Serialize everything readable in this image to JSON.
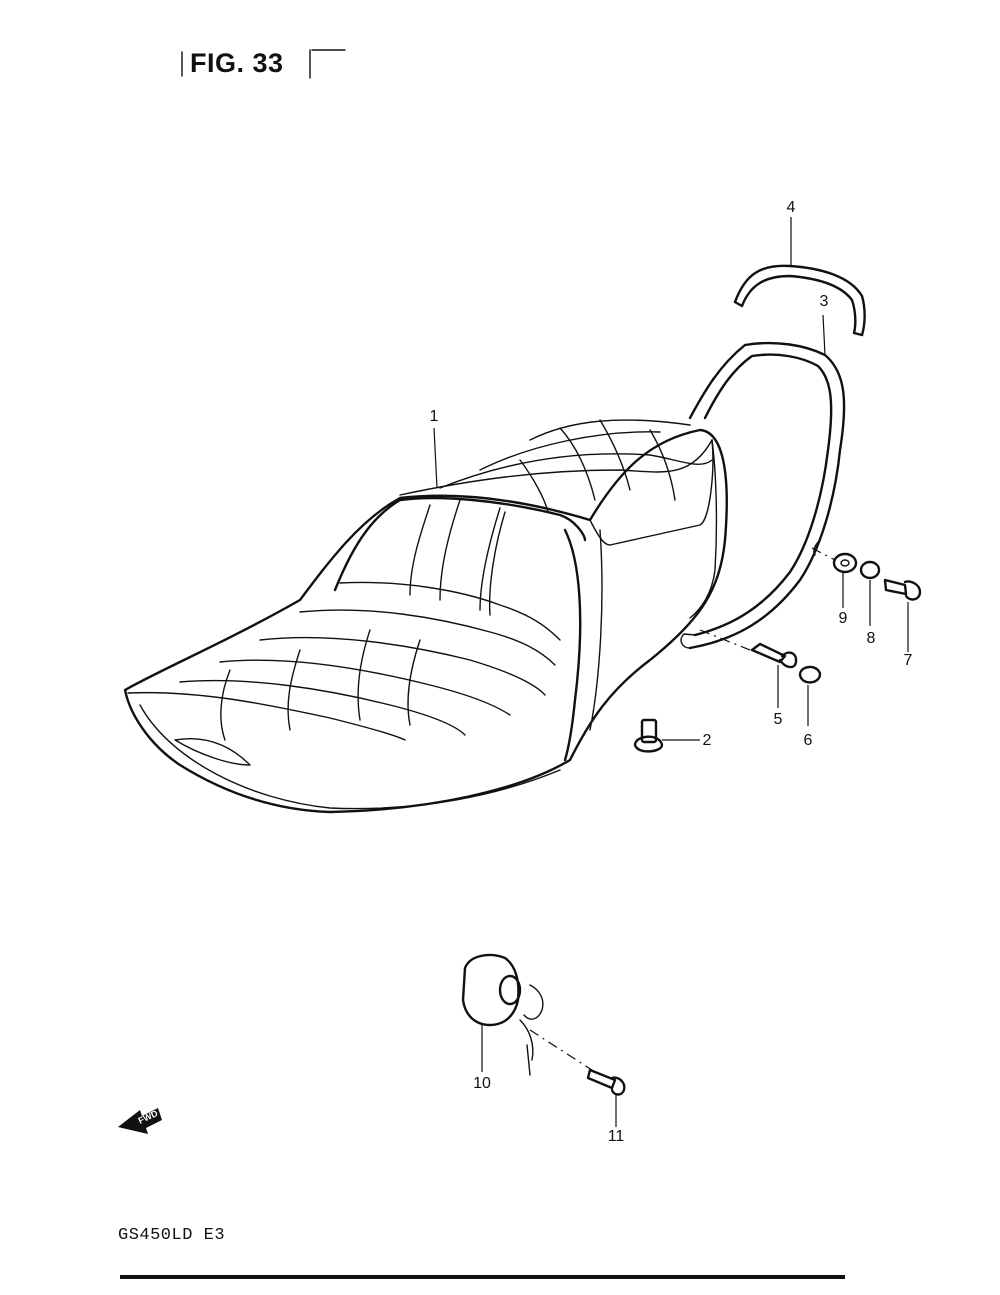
{
  "figure": {
    "title": "FIG. 33",
    "model_code": "GS450LD E3",
    "fwd_label": "FWD"
  },
  "parts": {
    "p1": "1",
    "p2": "2",
    "p3": "3",
    "p4": "4",
    "p5": "5",
    "p6": "6",
    "p7": "7",
    "p8": "8",
    "p9": "9",
    "p10": "10",
    "p11": "11"
  }
}
